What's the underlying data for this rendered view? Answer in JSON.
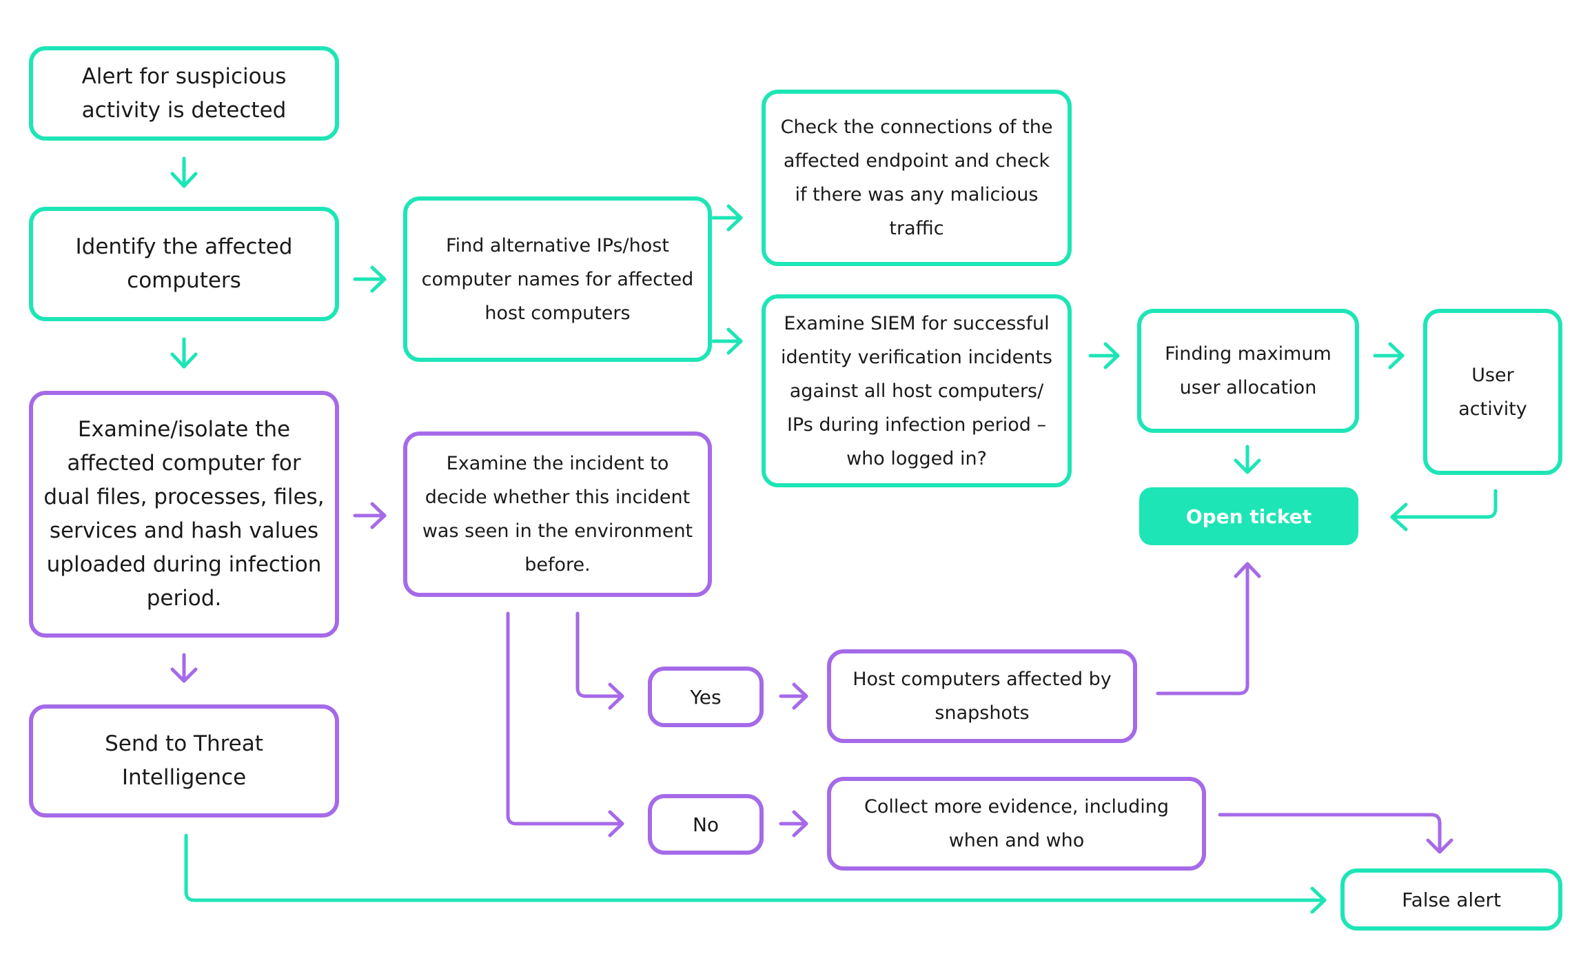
{
  "colors": {
    "teal": "#1de5b6",
    "purple": "#a56ae8",
    "text": "#1a1a1a",
    "background": "#ffffff"
  },
  "nodes": {
    "alert": "Alert for suspicious\nactivity is detected",
    "identify": "Identify the affected\ncomputers",
    "examine_isolate": "Examine/isolate the\naffected computer for\ndual files, processes, files,\nservices and hash values\nuploaded during infection\nperiod.",
    "send_threat": "Send to Threat\nIntelligence",
    "find_alt": "Find alternative IPs/host\ncomputer names for affected\nhost computers",
    "check_connections": "Check the connections of the\naffected endpoint and check\nif there was any malicious\ntraffic",
    "examine_siem": "Examine SIEM for successful\nidentity verification incidents\nagainst all host computers/\nIPs during infection period –\nwho logged in?",
    "finding_max": "Finding maximum\nuser allocation",
    "user_activity": "User\nactivity",
    "open_ticket": "Open ticket",
    "examine_incident": "Examine the incident to\ndecide whether this incident\nwas seen in the environment\nbefore.",
    "yes": "Yes",
    "no": "No",
    "host_snapshots": "Host computers affected by\nsnapshots",
    "collect_evidence": "Collect more evidence, including\nwhen and who",
    "false_alert": "False alert"
  }
}
